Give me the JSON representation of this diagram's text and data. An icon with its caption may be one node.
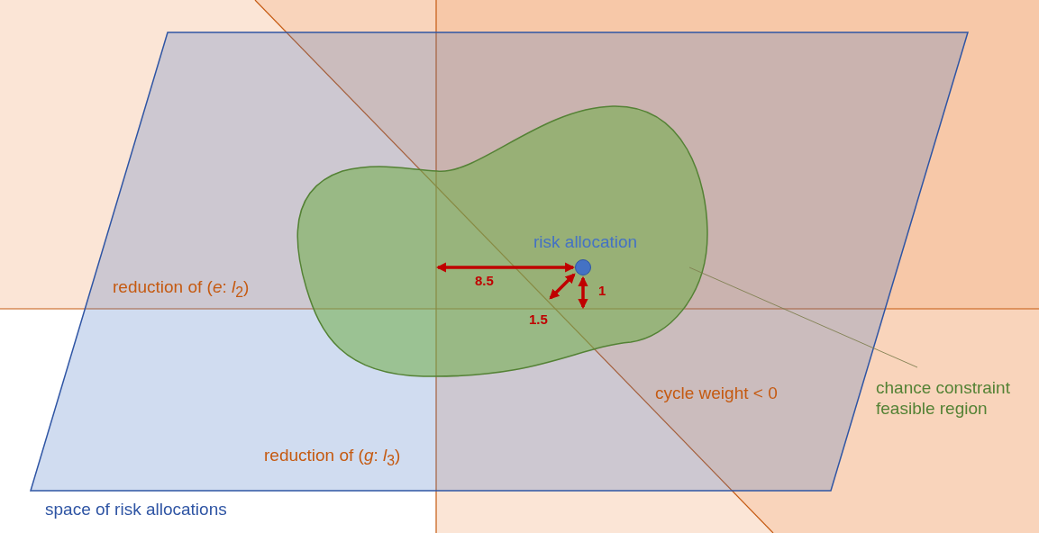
{
  "diagram": {
    "nodes": [
      {
        "text": [
          "space of risk allocations"
        ]
      },
      {
        "text": [],
        "shape": "blob",
        "in": 0
      },
      {
        "text": [
          "risk allocation"
        ],
        "in": 1
      },
      {
        "text": [
          "chance constraint feasible region"
        ]
      }
    ],
    "edges": [
      {
        "from": 3,
        "to": 1,
        "arrow": "none"
      }
    ],
    "labels": [
      "reduction of (*e*: *l*$_{2}$)",
      "8.5",
      "1",
      "1.5",
      "cycle weight < 0",
      "reduction of (*g*: *l*$_{3}$)"
    ]
  }
}
